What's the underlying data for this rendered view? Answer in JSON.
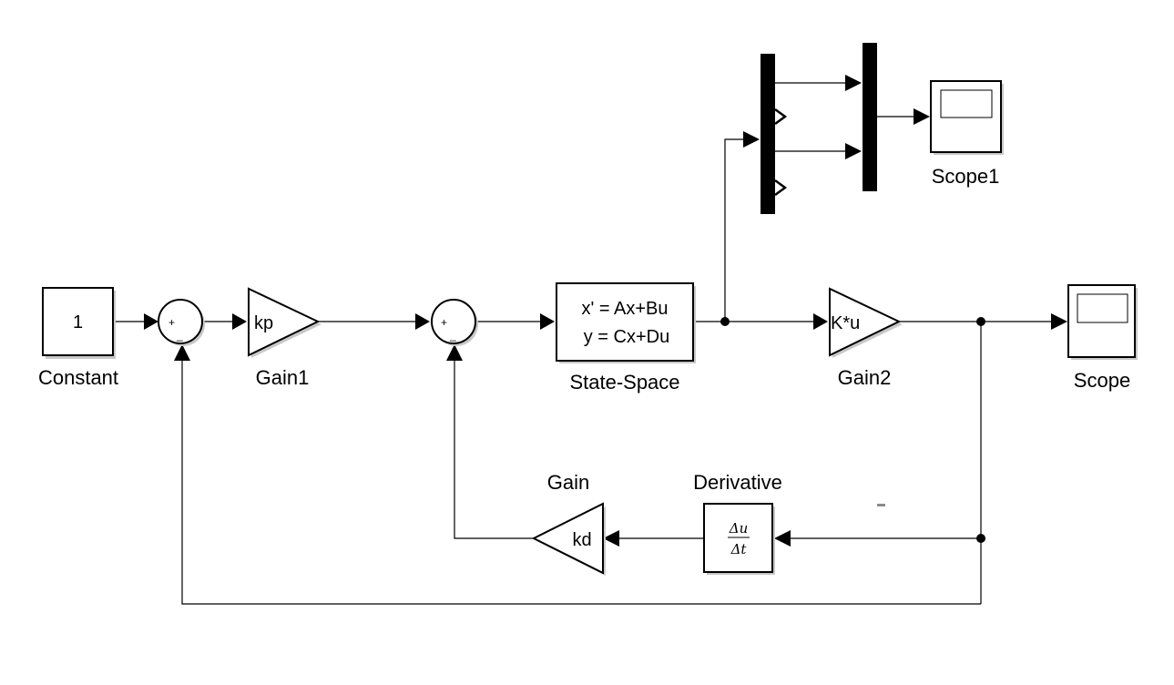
{
  "blocks": {
    "constant": {
      "value": "1",
      "label": "Constant"
    },
    "sum1": {
      "signs": [
        "+",
        "_"
      ]
    },
    "gain1": {
      "value": "kp",
      "label": "Gain1"
    },
    "sum2": {
      "signs": [
        "+",
        "_"
      ]
    },
    "state_space": {
      "line1": "x' = Ax+Bu",
      "line2": "y = Cx+Du",
      "label": "State-Space"
    },
    "gain2": {
      "value": "K*u",
      "label": "Gain2"
    },
    "scope": {
      "label": "Scope"
    },
    "scope1": {
      "label": "Scope1"
    },
    "gain": {
      "value": "kd",
      "label": "Gain"
    },
    "derivative": {
      "num": "Δu",
      "den": "Δt",
      "label": "Derivative"
    }
  }
}
